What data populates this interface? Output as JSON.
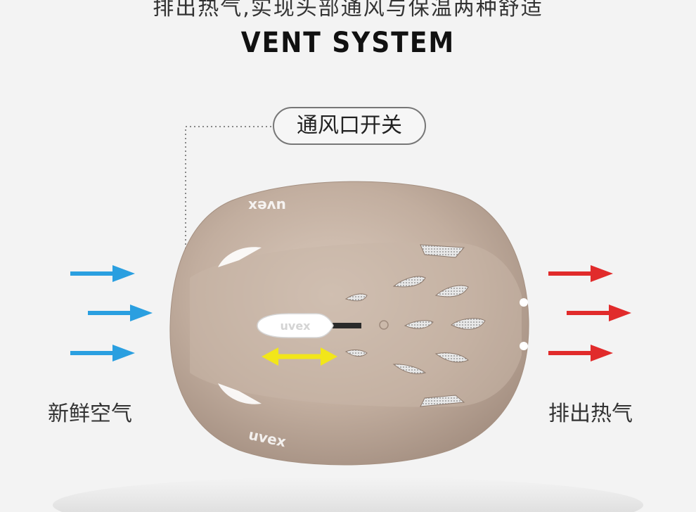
{
  "header": {
    "top_line": "排出热气,实现头部通风与保温两种舒适",
    "headline": "VENT SYSTEM"
  },
  "callout": {
    "label": "通风口开关"
  },
  "labels": {
    "fresh_air": "新鲜空气",
    "exhaust_heat": "排出热气"
  },
  "helmet": {
    "brand_text": "uvex",
    "shell_color": "#bda99a"
  },
  "colors": {
    "intake_arrow": "#2a9fe0",
    "exhaust_arrow": "#e12b2b",
    "slider_arrow": "#f2e61a"
  }
}
